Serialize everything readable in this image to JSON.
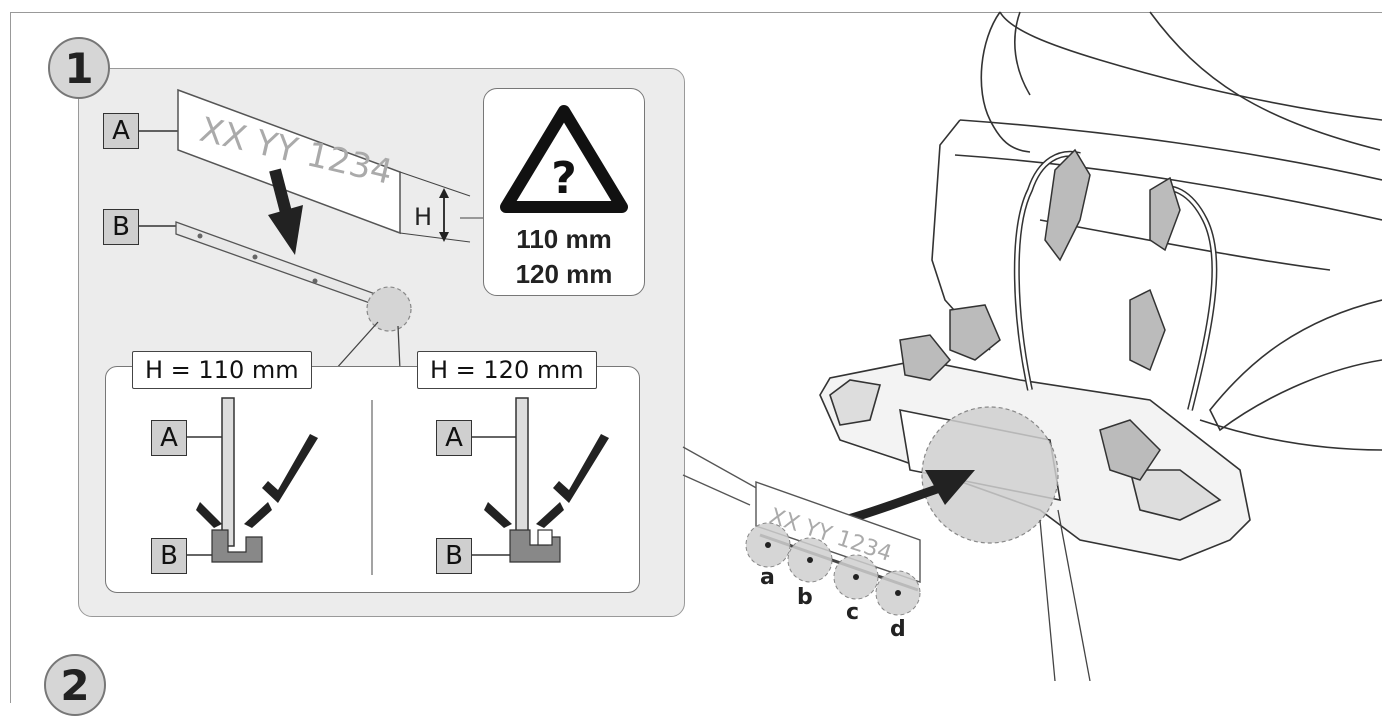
{
  "step": {
    "number": "1",
    "next_number": "2"
  },
  "parts": {
    "a": "A",
    "b": "B"
  },
  "plate": {
    "text": "XX YY 1234"
  },
  "height_symbol": "H",
  "warning": {
    "icon_text": "?",
    "height_1": "110 mm",
    "height_2": "120 mm"
  },
  "options": [
    {
      "label": "H = 110 mm"
    },
    {
      "label": "H = 120 mm"
    }
  ],
  "positions": [
    "a",
    "b",
    "c",
    "d"
  ],
  "colors": {
    "panel": "#ececec",
    "border": "#999999",
    "part": "#cfcfcf",
    "text": "#222222"
  }
}
